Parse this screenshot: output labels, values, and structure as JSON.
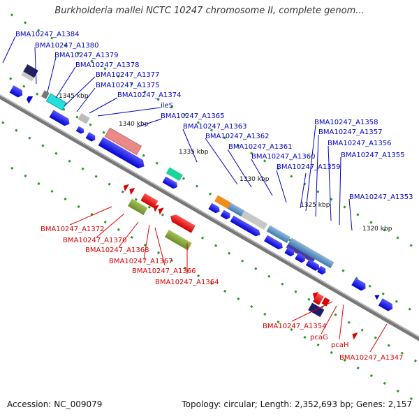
{
  "title": "Burkholderia mallei NCTC 10247 chromosome II, complete genom...",
  "footer": {
    "accession": "Accession: NC_009079",
    "topology": "Topology: circular; Length: 2,352,693 bp; Genes: 2,157"
  },
  "colors": {
    "forward_label": "#0000cc",
    "reverse_label": "#dd0000",
    "backbone": "#777777",
    "tick": "#229922"
  },
  "kbp_ticks": [
    "1345 kbp",
    "1340 kbp",
    "1335 kbp",
    "1330 kbp",
    "1325 kbp",
    "1320 kbp"
  ],
  "forward_labels": [
    "BMA10247_A1384",
    "BMA10247_A1380",
    "BMA10247_A1379",
    "BMA10247_A1378",
    "BMA10247_A1377",
    "BMA10247_A1375",
    "BMA10247_A1374",
    "ileS",
    "BMA10247_A1365",
    "BMA10247_A1363",
    "BMA10247_A1362",
    "BMA10247_A1361",
    "BMA10247_A1360",
    "BMA10247_A1359",
    "BMA10247_A1358",
    "BMA10247_A1357",
    "BMA10247_A1356",
    "BMA10247_A1355",
    "BMA10247_A1353"
  ],
  "reverse_labels": [
    "BMA10247_A1372",
    "BMA10247_A1370",
    "BMA10247_A1368",
    "BMA10247_A1367",
    "BMA10247_A1366",
    "BMA10247_A1364",
    "BMA10247_A1354",
    "pcaG",
    "pcaH",
    "BMA10247_A1347"
  ]
}
